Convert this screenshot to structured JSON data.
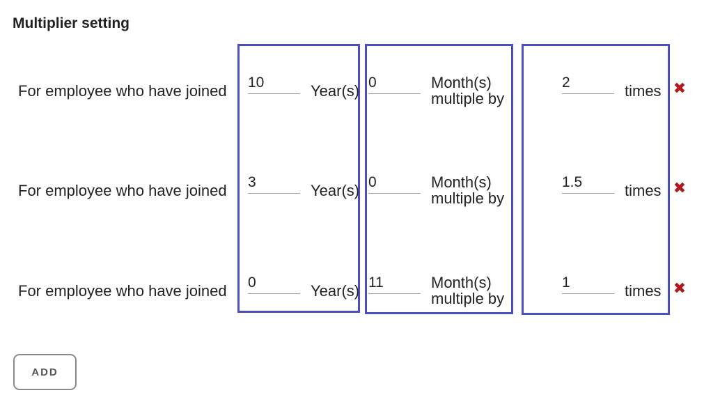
{
  "section": {
    "title": "Multiplier setting"
  },
  "rules": [
    {
      "label": "For employee who have joined",
      "years": "10",
      "years_unit": "Year(s)",
      "months": "0",
      "months_unit": "Month(s)\nmultiple by",
      "multiplier": "2",
      "multiplier_unit": "times",
      "remove_icon": "✖"
    },
    {
      "label": "For employee who have joined",
      "years": "3",
      "years_unit": "Year(s)",
      "months": "0",
      "months_unit": "Month(s)\nmultiple by",
      "multiplier": "1.5",
      "multiplier_unit": "times",
      "remove_icon": "✖"
    },
    {
      "label": "For employee who have joined",
      "years": "0",
      "years_unit": "Year(s)",
      "months": "11",
      "months_unit": "Month(s)\nmultiple by",
      "multiplier": "1",
      "multiplier_unit": "times",
      "remove_icon": "✖"
    }
  ],
  "actions": {
    "add_label": "ADD"
  },
  "colors": {
    "highlight_border": "#4a4fc4",
    "remove_icon": "#b01a1a"
  },
  "icons": {
    "remove": "close-x-icon"
  }
}
